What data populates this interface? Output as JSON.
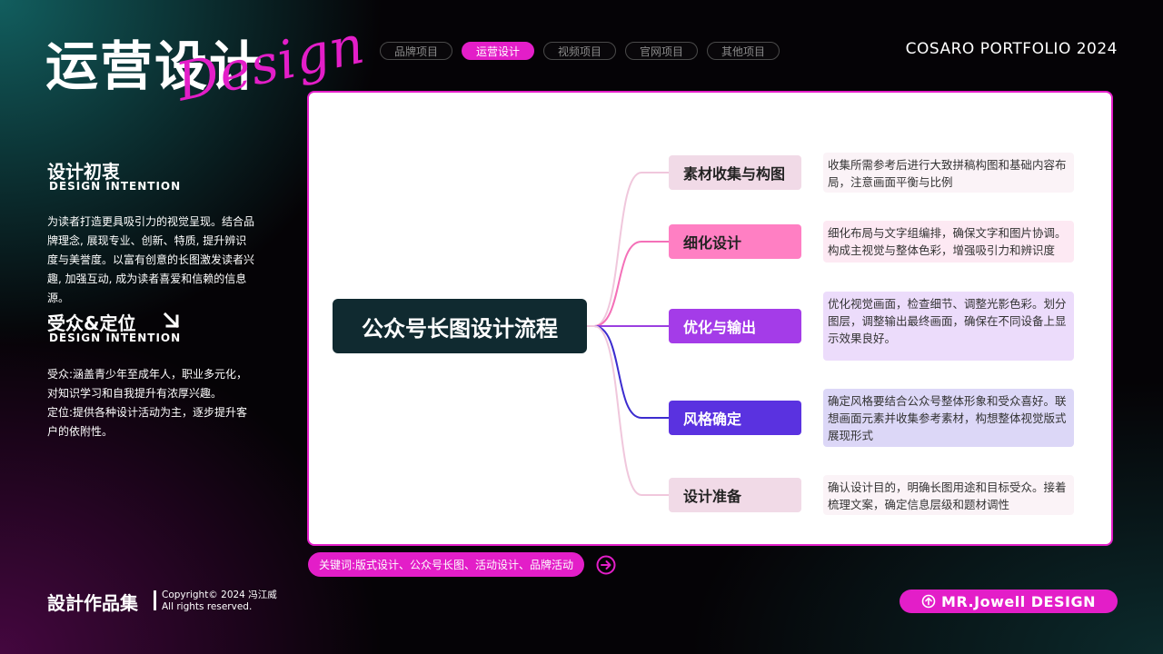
{
  "header": {
    "title": "运营设计",
    "script": "Design",
    "portfolio": "COSARO PORTFOLIO 2024",
    "tabs": [
      {
        "label": "品牌项目",
        "active": false
      },
      {
        "label": "运营设计",
        "active": true
      },
      {
        "label": "视频项目",
        "active": false
      },
      {
        "label": "官网项目",
        "active": false
      },
      {
        "label": "其他项目",
        "active": false
      }
    ]
  },
  "intro": {
    "title": "设计初衷",
    "subtitle": "DESIGN INTENTION",
    "text": "为读者打造更具吸引力的视觉呈现。结合品牌理念, 展现专业、创新、特质, 提升辨识度与美誉度。以富有创意的长图激发读者兴趣, 加强互动, 成为读者喜爱和信赖的信息源。"
  },
  "audience": {
    "title": "受众&定位",
    "subtitle": "DESIGN INTENTION",
    "text": "受众:涵盖青少年至成年人，职业多元化，对知识学习和自我提升有浓厚兴趣。\n定位:提供各种设计活动为主，逐步提升客户的依附性。"
  },
  "mindmap": {
    "root": "公众号长图设计流程",
    "branches": [
      {
        "label": "素材收集与构图",
        "desc": "收集所需参考后进行大致拼稿构图和基础内容布局，注意画面平衡与比例",
        "bg": "#f1dae7",
        "fg": "#222222",
        "descbg": "#fbf3f7",
        "line": "#f0c7dc"
      },
      {
        "label": "细化设计",
        "desc": "细化布局与文字组编排，确保文字和图片协调。构成主视觉与整体色彩，增强吸引力和辨识度",
        "bg": "#ff7fc3",
        "fg": "#222222",
        "descbg": "#fde9f3",
        "line": "#f470b8"
      },
      {
        "label": "优化与输出",
        "desc": "优化视觉画面，检查细节、调整光影色彩。划分图层，调整输出最终画面，确保在不同设备上显示效果良好。",
        "bg": "#a43ce8",
        "fg": "#ffffff",
        "descbg": "#ecdcfb",
        "line": "#9b3fe0"
      },
      {
        "label": "风格确定",
        "desc": "确定风格要结合公众号整体形象和受众喜好。联想画面元素并收集参考素材，构想整体视觉版式展现形式",
        "bg": "#5a32e0",
        "fg": "#ffffff",
        "descbg": "#dcd7f7",
        "line": "#3c2ccf"
      },
      {
        "label": "设计准备",
        "desc": "确认设计目的，明确长图用途和目标受众。接着梳理文案，确定信息层级和题材调性",
        "bg": "#f1dae7",
        "fg": "#222222",
        "descbg": "#fbf3f7",
        "line": "#f0c7dc"
      }
    ]
  },
  "footer": {
    "keywords": "关键词:版式设计、公众号长图、活动设计、品牌活动",
    "title": "設計作品集",
    "copyright": "Copyright© 2024 冯江威",
    "rights": "All rights reserved.",
    "brand": "MR.Jowell DESIGN"
  },
  "colors": {
    "accent": "#e31ec8",
    "root_bg": "#102a30"
  }
}
